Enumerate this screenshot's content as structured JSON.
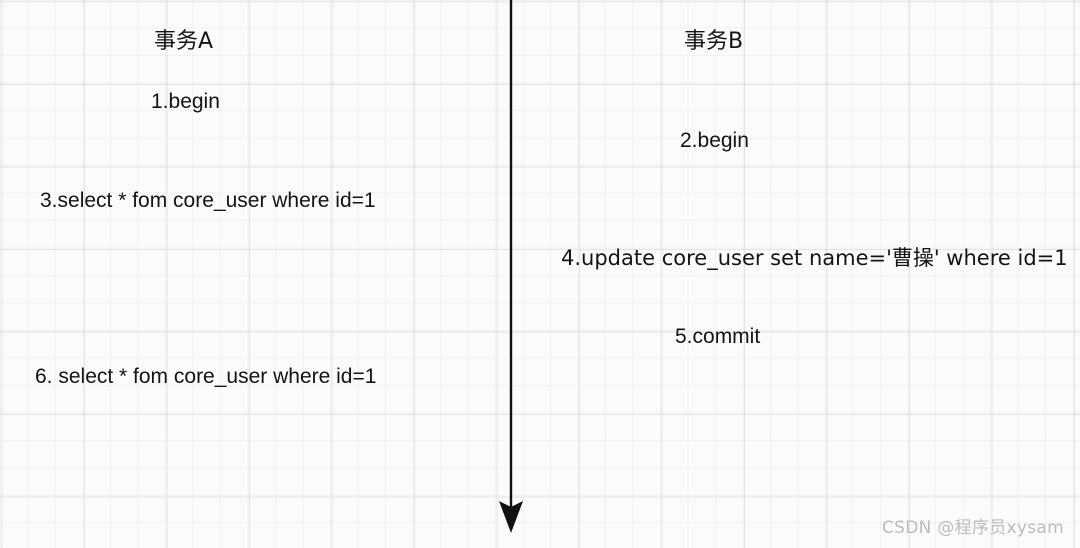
{
  "diagram": {
    "title_left": "事务A",
    "title_right": "事务B",
    "divider": {
      "name": "time-axis-arrow",
      "direction": "down",
      "color": "#111111"
    },
    "background": {
      "page_color": "#fbfbfc",
      "grid_minor_color": "#dcdae2",
      "grid_major_color": "#d0cdd8"
    },
    "left_lane": {
      "label": "事务A",
      "steps": [
        {
          "text": "1.begin"
        },
        {
          "text": "3.select * fom core_user where id=1"
        },
        {
          "text": "6. select * fom core_user where id=1"
        }
      ]
    },
    "right_lane": {
      "label": "事务B",
      "steps": [
        {
          "text": "2.begin"
        },
        {
          "text": "4.update core_user set name='曹操' where id=1"
        },
        {
          "text": "5.commit"
        }
      ]
    }
  },
  "watermark": {
    "text": "CSDN @程序员xysam"
  }
}
